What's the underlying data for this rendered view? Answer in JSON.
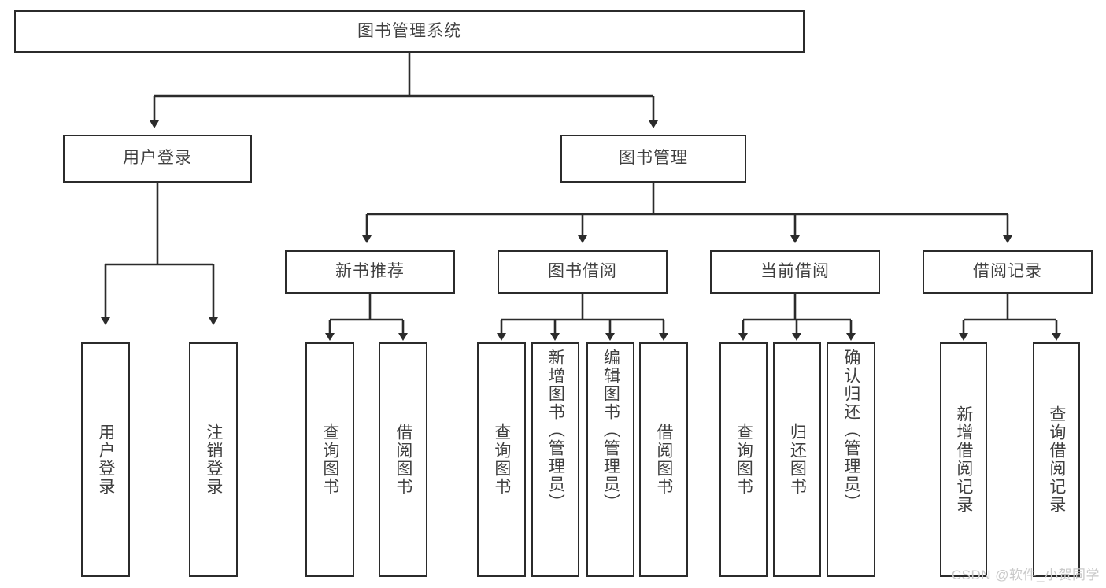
{
  "diagram": {
    "title": "图书管理系统",
    "type": "tree-hierarchy-chart",
    "colors": {
      "background": "#ffffff",
      "box_border": "#2b2b2b",
      "box_fill": "#ffffff",
      "text": "#3f3f3f",
      "edge": "#2b2b2b",
      "watermark": "#c9c9c9"
    },
    "root": {
      "label": "图书管理系统"
    },
    "level2": [
      {
        "label": "用户登录"
      },
      {
        "label": "图书管理"
      }
    ],
    "level3": [
      {
        "label": "新书推荐"
      },
      {
        "label": "图书借阅"
      },
      {
        "label": "当前借阅"
      },
      {
        "label": "借阅记录"
      }
    ],
    "leaves": {
      "user_login": [
        {
          "label": "用户登录"
        },
        {
          "label": "注销登录"
        }
      ],
      "new_book_recommend": [
        {
          "label": "查询图书"
        },
        {
          "label": "借阅图书"
        }
      ],
      "book_borrow": [
        {
          "label": "查询图书"
        },
        {
          "label": "新增图书（管理员）"
        },
        {
          "label": "编辑图书（管理员）"
        },
        {
          "label": "借阅图书"
        }
      ],
      "current_borrow": [
        {
          "label": "查询图书"
        },
        {
          "label": "归还图书"
        },
        {
          "label": "确认归还（管理员）"
        }
      ],
      "borrow_records": [
        {
          "label": "新增借阅记录"
        },
        {
          "label": "查询借阅记录"
        }
      ]
    },
    "watermark": "CSDN @软件_小贺同学"
  }
}
